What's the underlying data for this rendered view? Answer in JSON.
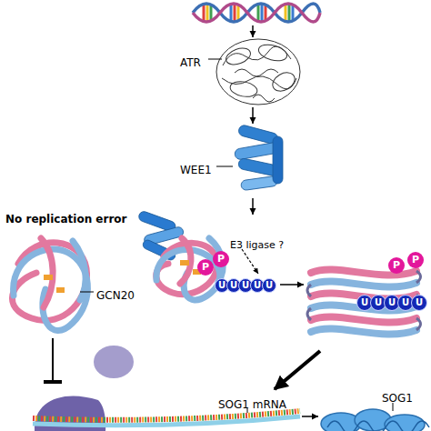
{
  "diagram": {
    "nodes": [
      {
        "text": [
          "ATR"
        ]
      },
      {
        "text": [
          "WEE1"
        ]
      },
      {
        "text": [
          "P"
        ]
      },
      {
        "text": [
          "P"
        ]
      },
      {
        "text": [
          "U"
        ]
      },
      {
        "text": [
          "U"
        ]
      },
      {
        "text": [
          "U"
        ]
      },
      {
        "text": [
          "U"
        ]
      },
      {
        "text": [
          "U"
        ]
      },
      {
        "text": [
          "P"
        ]
      },
      {
        "text": [
          "P"
        ]
      },
      {
        "text": [
          "U"
        ]
      },
      {
        "text": [
          "U"
        ]
      },
      {
        "text": [
          "U"
        ]
      },
      {
        "text": [
          "U"
        ]
      },
      {
        "text": [
          "U"
        ]
      },
      {
        "text": [
          "GCN20"
        ]
      },
      {
        "text": [
          "SOG1 mRNA"
        ]
      },
      {
        "text": [
          "SOG1"
        ]
      }
    ],
    "edges": [
      {
        "from": 0,
        "to": 1,
        "arrow": "to"
      },
      {
        "from": 16,
        "to": 17,
        "arrow": "to"
      },
      {
        "from": 17,
        "to": 18,
        "arrow": "to"
      }
    ],
    "labels": [
      "No replication error",
      "E3 ligase ?"
    ]
  }
}
